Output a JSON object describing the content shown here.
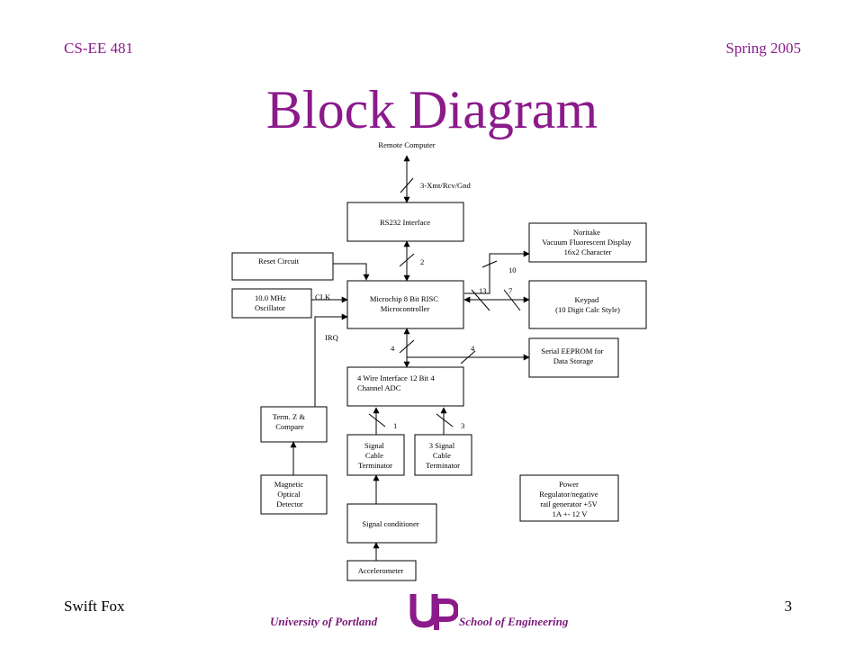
{
  "header": {
    "course": "CS-EE 481",
    "term": "Spring 2005"
  },
  "title": "Block Diagram",
  "footer": {
    "author": "Swift Fox",
    "page_number": "3",
    "university": "University of Portland",
    "school": "School of Engineering"
  },
  "diagram": {
    "blocks": {
      "remote_computer": [
        "Remote Computer"
      ],
      "rs232": [
        "RS232 Interface"
      ],
      "reset": [
        "Reset Circuit"
      ],
      "oscillator": [
        "10.0 MHz",
        "Oscillator"
      ],
      "micro": [
        "Microchip 8 Bit RISC",
        "Microcontroller"
      ],
      "display": [
        "Noritake",
        "Vacuum Fluorescent Display",
        "16x2 Character"
      ],
      "keypad": [
        "Keypad",
        "(10 Digit Calc Style)"
      ],
      "eeprom": [
        "Serial EEPROM for",
        "Data Storage"
      ],
      "adc": [
        "4 Wire Interface 12 Bit 4",
        "Channel ADC"
      ],
      "term_z": [
        "Term. Z &",
        "Compare"
      ],
      "sig_term1": [
        "Signal",
        "Cable",
        "Terminator"
      ],
      "sig_term3": [
        "3 Signal",
        "Cable",
        "Terminator"
      ],
      "mag_det": [
        "Magnetic",
        "Optical",
        "Detector"
      ],
      "power": [
        "Power",
        "Regulator/negative",
        "rail generator +5V",
        "1A +- 12 V"
      ],
      "conditioner": [
        "Signal conditioner"
      ],
      "accel": [
        "Accelerometer"
      ]
    },
    "labels": {
      "xmt": "3-Xmt/Rcv/Gnd",
      "bus_rs232": "2",
      "clk": "CLK",
      "irq": "IRQ",
      "bus_display": "10",
      "bus_13": "13",
      "bus_7": "7",
      "bus_adc": "4",
      "bus_eeprom": "4",
      "bus_sig1": "1",
      "bus_sig3": "3"
    }
  }
}
